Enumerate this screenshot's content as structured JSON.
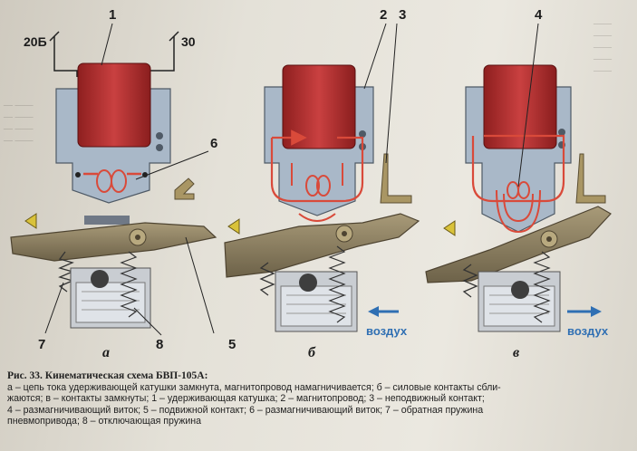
{
  "labels": {
    "n1": "1",
    "n2": "2",
    "n3": "3",
    "n4": "4",
    "n5": "5",
    "n6": "6",
    "n7": "7",
    "n8": "8",
    "t20": "20Б",
    "t30": "30"
  },
  "panels": {
    "a": "а",
    "b": "б",
    "c": "в"
  },
  "air": {
    "b": "воздух",
    "c": "воздух"
  },
  "caption": {
    "title": "Рис. 33. Кинематическая схема БВП-105А:",
    "line1": "а – цепь тока удерживающей катушки замкнута, магнитопровод намагничивается; б – силовые контакты сбли-",
    "line2": "жаются; в – контакты замкнуты; 1 – удерживающая катушка; 2 – магнитопровод; 3 – неподвижный контакт;",
    "line3": "4 – размагничивающий виток; 5 – подвижной контакт; 6 – размагничивающий виток; 7 – обратная пружина",
    "line4": "пневмопривода; 8 – отключающая пружина"
  },
  "colors": {
    "coil": "#b83232",
    "core": "#a9b8c8",
    "lever": "#8b8064",
    "air_arrow": "#2f6fb3",
    "current": "#d94a3a"
  }
}
